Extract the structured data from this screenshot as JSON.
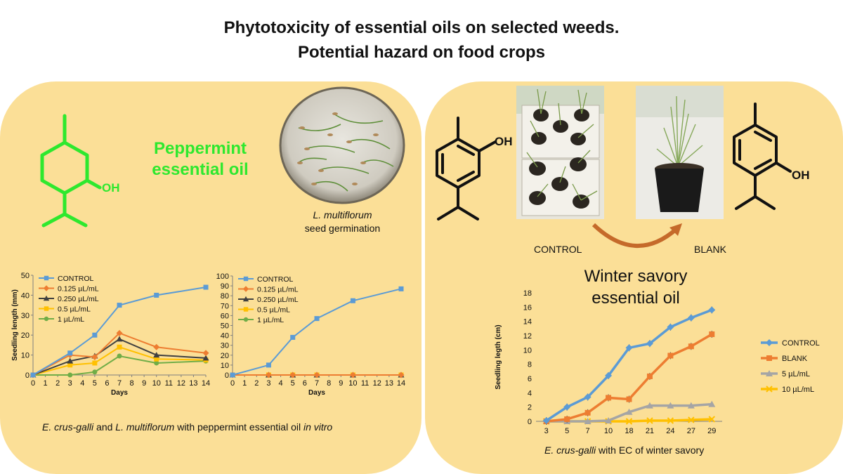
{
  "title_line1": "Phytotoxicity of essential oils on selected weeds.",
  "title_line2": "Potential hazard on food crops",
  "colors": {
    "panel": "#fbdf97",
    "peppermint_green": "#2ee82e",
    "blue": "#5b9bd5",
    "orange": "#ed7d31",
    "gray": "#a5a5a5",
    "yellow": "#ffc000",
    "green": "#70ad47",
    "dark": "#404040"
  },
  "left_panel": {
    "oil_name_line1": "Peppermint",
    "oil_name_line2": "essential oil",
    "oh_label": "OH",
    "photo_caption_species": "L. multiflorum",
    "photo_caption_text": "seed germination",
    "bottom_caption_species1": "E. crus-galli",
    "bottom_caption_and": " and ",
    "bottom_caption_species2": "L. multiflorum",
    "bottom_caption_rest": " with peppermint essential oil ",
    "bottom_caption_invitro": "in vitro"
  },
  "right_panel": {
    "oh_left": "OH",
    "oh_right": "OH",
    "control_label": "CONTROL",
    "blank_label": "BLANK",
    "oil_name_line1": "Winter savory",
    "oil_name_line2": "essential oil",
    "bottom_caption_species": "E. crus-galli",
    "bottom_caption_rest": " with EC of winter savory"
  },
  "chart_data": [
    {
      "type": "line",
      "xlabel": "Days",
      "ylabel": "Seedling length (mm)",
      "x_ticks": [
        0,
        1,
        2,
        3,
        4,
        5,
        6,
        7,
        8,
        9,
        10,
        11,
        12,
        13,
        14
      ],
      "xlim": [
        0,
        14
      ],
      "ylim": [
        0,
        50
      ],
      "y_ticks": [
        0,
        10,
        20,
        30,
        40,
        50
      ],
      "legend_position": "top-left",
      "series": [
        {
          "name": "CONTROL",
          "color": "#5b9bd5",
          "marker": "square",
          "x": [
            0,
            3,
            5,
            7,
            10,
            14
          ],
          "y": [
            0,
            11,
            20,
            35,
            40,
            44
          ]
        },
        {
          "name": "0.125 µL/mL",
          "color": "#ed7d31",
          "marker": "diamond",
          "x": [
            0,
            3,
            5,
            7,
            10,
            14
          ],
          "y": [
            0,
            10,
            9,
            21,
            14,
            11
          ]
        },
        {
          "name": "0.250 µL/mL",
          "color": "#404040",
          "marker": "triangle",
          "x": [
            0,
            3,
            5,
            7,
            10,
            14
          ],
          "y": [
            0,
            7,
            9.5,
            18,
            10,
            8.5
          ]
        },
        {
          "name": "0.5 µL/mL",
          "color": "#ffc000",
          "marker": "square",
          "x": [
            0,
            3,
            5,
            7,
            10,
            14
          ],
          "y": [
            0,
            5,
            6,
            14,
            8,
            7.5
          ]
        },
        {
          "name": "1 µL/mL",
          "color": "#70ad47",
          "marker": "circle",
          "x": [
            0,
            3,
            5,
            7,
            10,
            14
          ],
          "y": [
            0,
            0,
            1.5,
            9.5,
            6,
            7
          ]
        }
      ]
    },
    {
      "type": "line",
      "xlabel": "Days",
      "ylabel": "",
      "x_ticks": [
        0,
        1,
        2,
        3,
        4,
        5,
        6,
        7,
        8,
        9,
        10,
        11,
        12,
        13,
        14
      ],
      "xlim": [
        0,
        14
      ],
      "ylim": [
        0,
        100
      ],
      "y_ticks": [
        0,
        10,
        20,
        30,
        40,
        50,
        60,
        70,
        80,
        90,
        100
      ],
      "legend_position": "top-left",
      "series": [
        {
          "name": "CONTROL",
          "color": "#5b9bd5",
          "marker": "square",
          "x": [
            0,
            3,
            5,
            7,
            10,
            14
          ],
          "y": [
            0,
            10,
            38,
            57,
            75,
            87
          ]
        },
        {
          "name": "0.125 µL/mL",
          "color": "#ed7d31",
          "marker": "diamond",
          "x": [
            0,
            3,
            5,
            7,
            10,
            14
          ],
          "y": [
            0,
            0,
            0,
            0,
            0,
            0
          ]
        },
        {
          "name": "0.250 µL/mL",
          "color": "#404040",
          "marker": "triangle",
          "x": [
            0,
            3,
            5,
            7,
            10,
            14
          ],
          "y": [
            0,
            0,
            0,
            0,
            0,
            0
          ]
        },
        {
          "name": "0.5 µL/mL",
          "color": "#ffc000",
          "marker": "square",
          "x": [
            0,
            3,
            5,
            7,
            10,
            14
          ],
          "y": [
            0,
            0,
            0,
            0,
            0,
            0
          ]
        },
        {
          "name": "1 µL/mL",
          "color": "#70ad47",
          "marker": "circle",
          "x": [
            0,
            3,
            5,
            7,
            10,
            14
          ],
          "y": [
            0,
            0,
            0,
            0,
            0,
            0
          ]
        }
      ]
    },
    {
      "type": "line",
      "xlabel": "",
      "ylabel": "Seedling legth (cm)",
      "categories": [
        "3",
        "5",
        "7",
        "10",
        "18",
        "21",
        "24",
        "27",
        "29"
      ],
      "ylim": [
        0,
        18
      ],
      "y_ticks": [
        0,
        2,
        4,
        6,
        8,
        10,
        12,
        14,
        16,
        18
      ],
      "legend_position": "right",
      "series": [
        {
          "name": "CONTROL",
          "color": "#5b9bd5",
          "marker": "diamond",
          "values": [
            0.1,
            2.0,
            3.4,
            6.4,
            10.3,
            10.9,
            13.2,
            14.5,
            15.6
          ]
        },
        {
          "name": "BLANK",
          "color": "#ed7d31",
          "marker": "square",
          "values": [
            0,
            0.3,
            1.2,
            3.3,
            3.1,
            6.3,
            9.2,
            10.5,
            12.2
          ]
        },
        {
          "name": "5 µL/mL",
          "color": "#a5a5a5",
          "marker": "triangle",
          "values": [
            0,
            0,
            0,
            0.1,
            1.3,
            2.2,
            2.2,
            2.2,
            2.4
          ]
        },
        {
          "name": "10 µL/mL",
          "color": "#ffc000",
          "marker": "x",
          "values": [
            0,
            0,
            0,
            0,
            0,
            0.1,
            0.1,
            0.2,
            0.3
          ]
        }
      ]
    }
  ]
}
